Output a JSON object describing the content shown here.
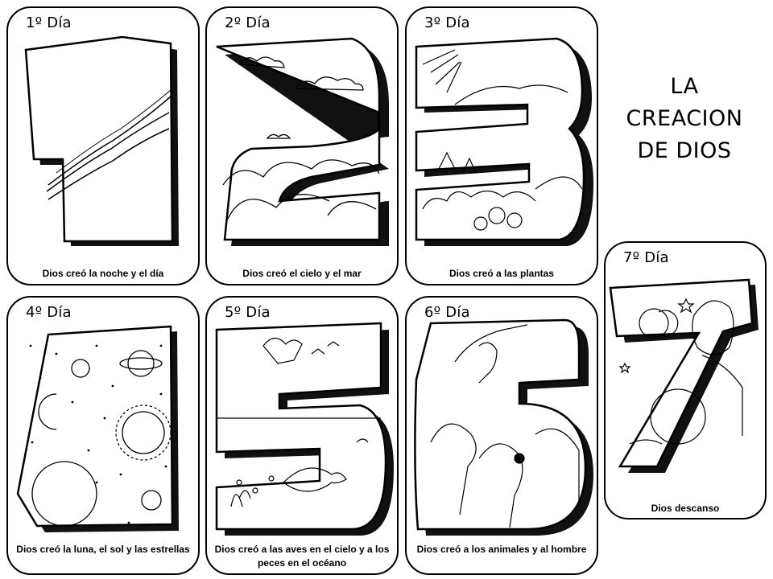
{
  "title": {
    "lines": [
      "LA",
      "CREACION",
      "DE DIOS"
    ]
  },
  "days": [
    {
      "label": "1º Día",
      "caption": "Dios creó la noche y el día",
      "digit": "1"
    },
    {
      "label": "2º Día",
      "caption": "Dios creó el cielo y el mar",
      "digit": "2"
    },
    {
      "label": "3º Día",
      "caption": "Dios creó a las plantas",
      "digit": "3"
    },
    {
      "label": "4º Día",
      "caption": "Dios creó la luna, el sol y las estrellas",
      "digit": "4"
    },
    {
      "label": "5º Día",
      "caption": "Dios creó  a las aves en el cielo y a los peces en el océano",
      "digit": "5"
    },
    {
      "label": "6º Día",
      "caption": "Dios creó a los animales y al hombre",
      "digit": "6"
    },
    {
      "label": "7º Día",
      "caption": "Dios descanso",
      "digit": "7"
    }
  ]
}
